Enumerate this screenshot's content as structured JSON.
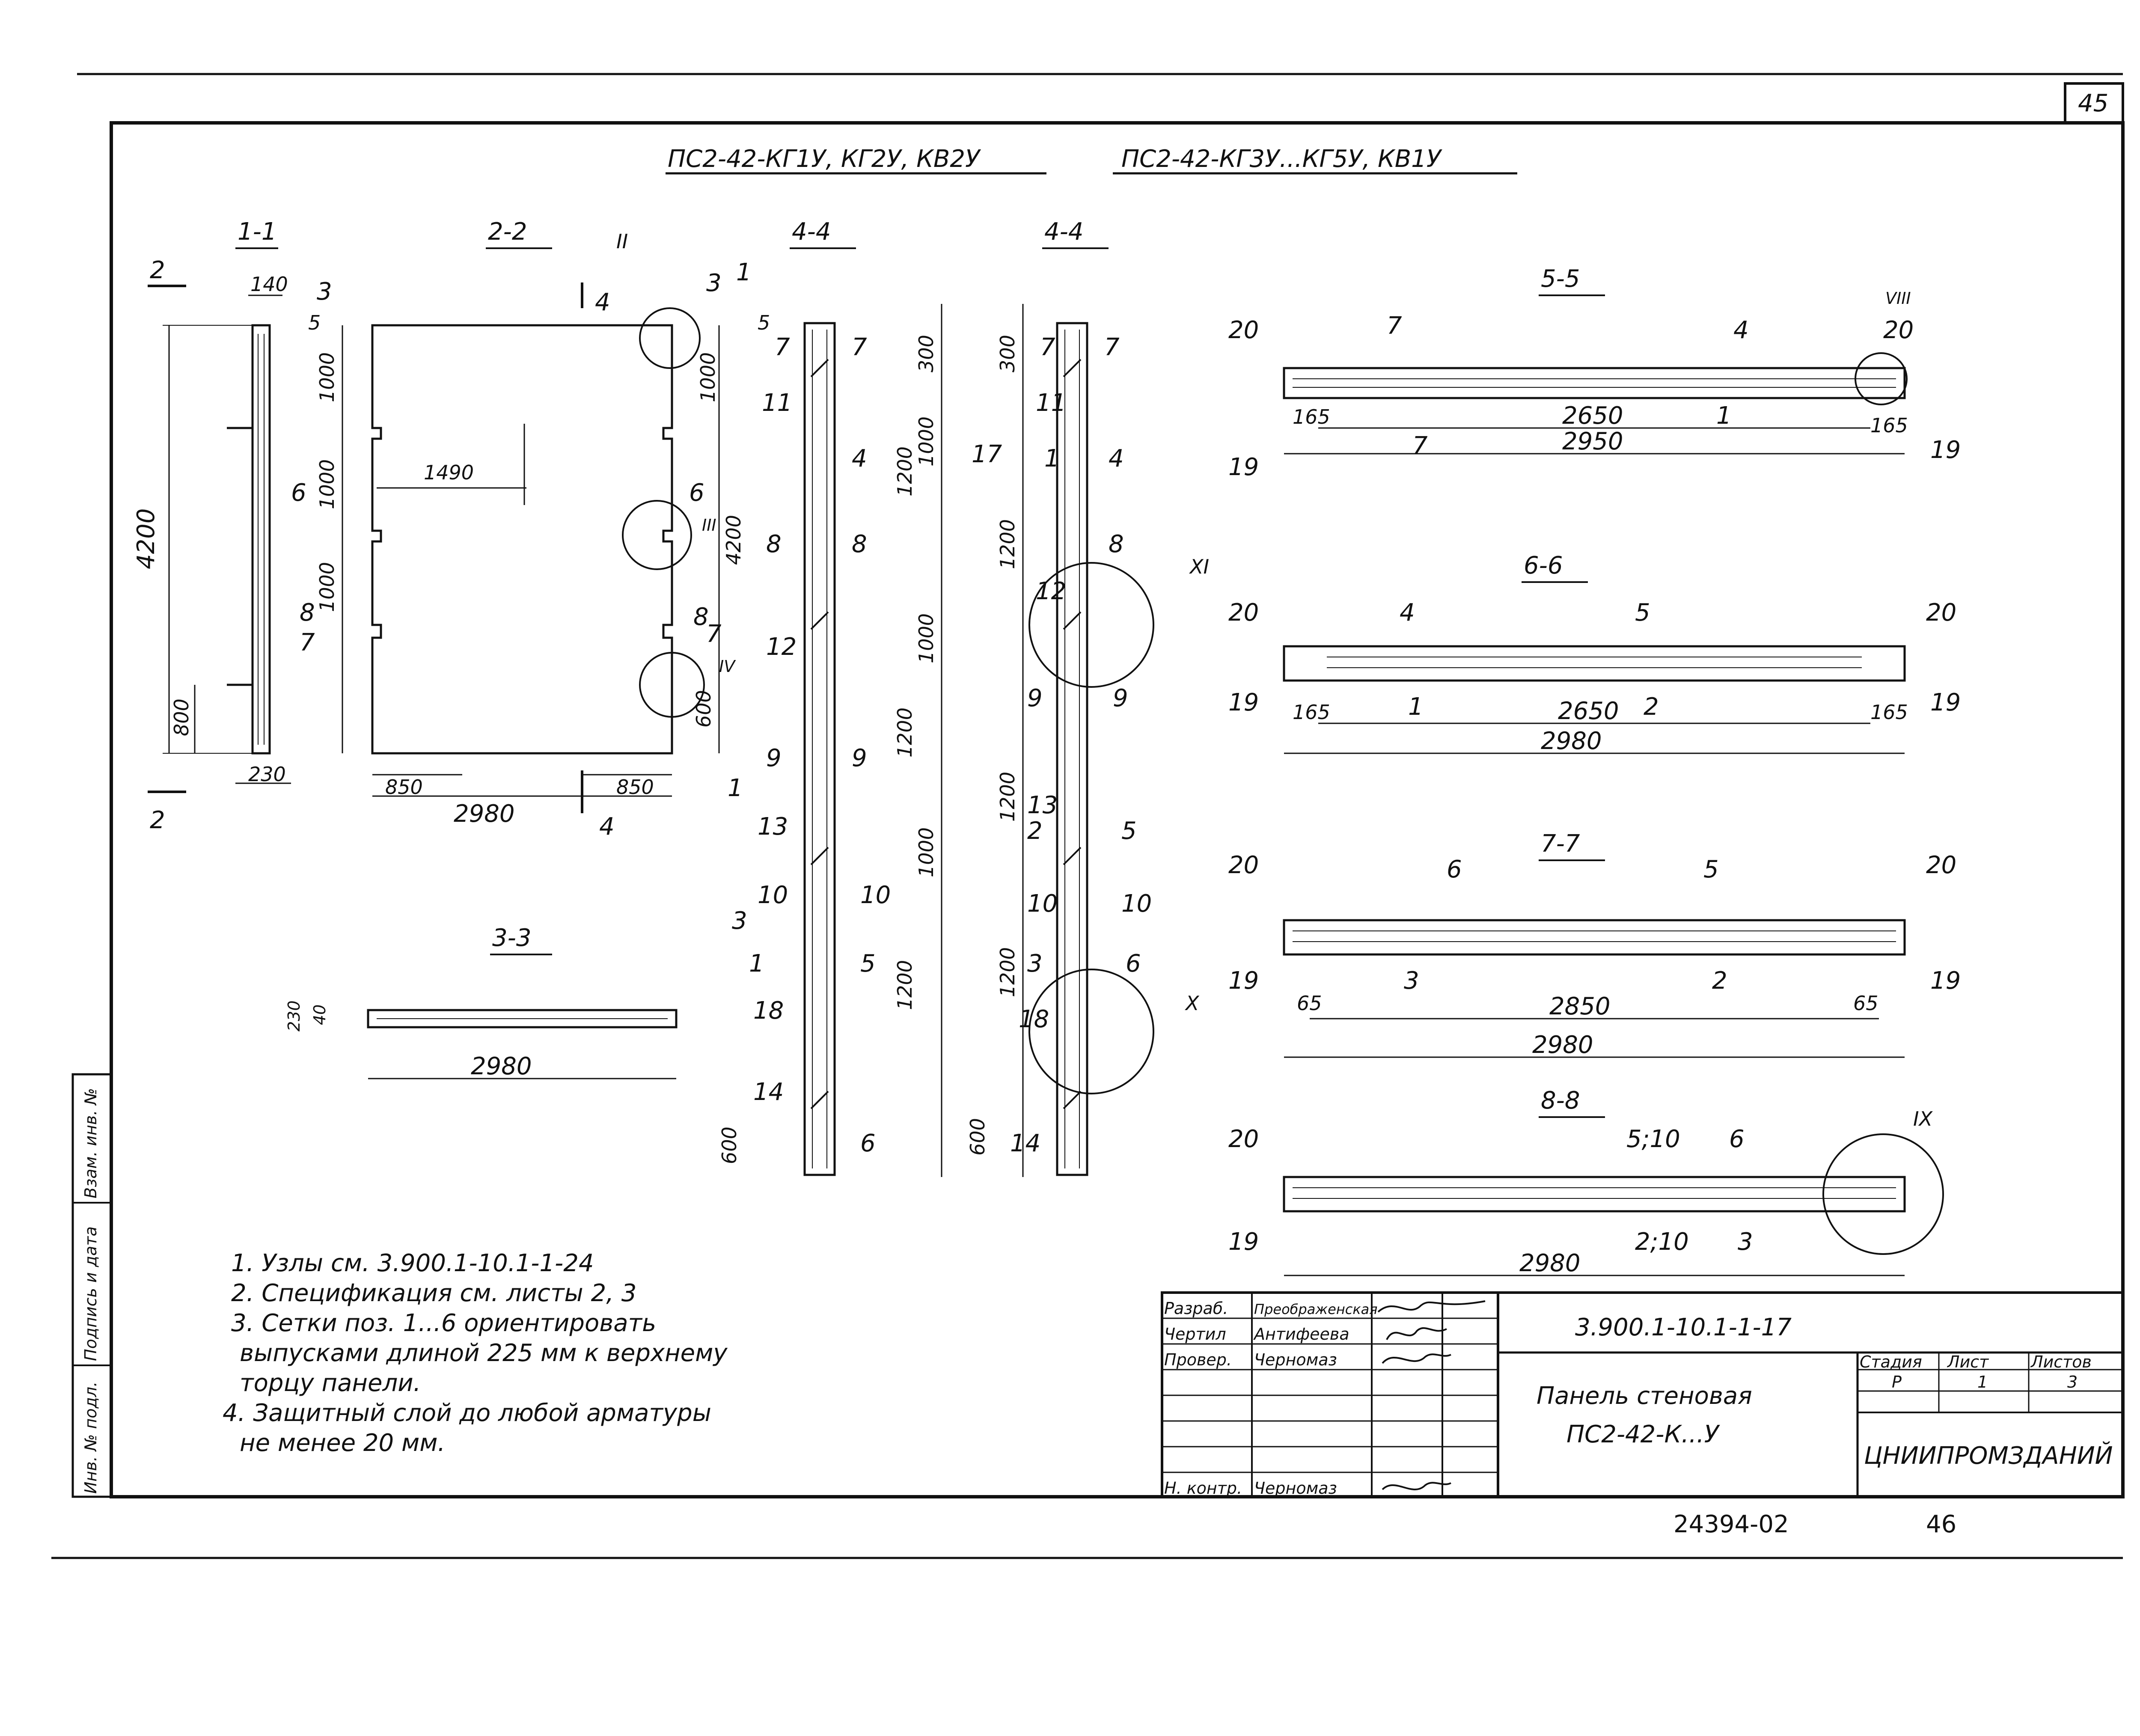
{
  "sheet": {
    "page_number": "45",
    "header_left": "ПС2-42-КГ1У, КГ2У, КВ2У",
    "header_right": "ПС2-42-КГ3У...КГ5У, КВ1У"
  },
  "sections": {
    "s1": "1-1",
    "s2": "2-2",
    "s3": "3-3",
    "s4a": "4-4",
    "s4b": "4-4",
    "s5": "5-5",
    "s6": "6-6",
    "s7": "7-7",
    "s8": "8-8"
  },
  "dims": {
    "d140": "140",
    "d4200": "4200",
    "d800": "800",
    "d230": "230",
    "d1000": "1000",
    "d1490": "1490",
    "d850": "850",
    "d2980": "2980",
    "d600": "600",
    "d300": "300",
    "d1200": "1200",
    "d165": "165",
    "d2650": "2650",
    "d2950": "2950",
    "d2850": "2850",
    "d65": "65",
    "d20": "20",
    "d40": "40"
  },
  "callouts": {
    "c2": "2",
    "c3": "3",
    "c4": "4",
    "c5": "5",
    "c6": "6",
    "c7": "7",
    "c8": "8",
    "c1": "1",
    "c9": "9",
    "c10": "10",
    "c11": "11",
    "c12": "12",
    "c13": "13",
    "c14": "14",
    "c17": "17",
    "c18": "18",
    "c19": "19",
    "c20": "20",
    "c5_10": "5;10",
    "c2_10": "2;10",
    "rII": "II",
    "rIII": "III",
    "rIV": "IV",
    "rVIII": "VIII",
    "rXI": "XI",
    "rX": "X",
    "rIX": "IX"
  },
  "notes": [
    "1. Узлы см. 3.900.1-10.1-1-24",
    "2. Спецификация см. листы 2, 3",
    "3. Сетки поз. 1...6 ориентировать",
    "выпусками длиной 225 мм к верхнему",
    "торцу панели.",
    "4. Защитный слой до любой арматуры",
    "не менее 20 мм."
  ],
  "side_stamp": [
    "Инв. № подл.",
    "Подпись и дата",
    "Взам. инв. №"
  ],
  "title_block": {
    "roles": [
      "Разраб.",
      "Чертил",
      "Провер.",
      "Н. контр."
    ],
    "names": [
      "Преображенская",
      "Антифеева",
      "Черномаз",
      "Черномаз"
    ],
    "doc_code": "3.900.1-10.1-1-17",
    "title_line1": "Панель стеновая",
    "title_line2": "ПС2-42-К...У",
    "stage_label": "Стадия",
    "sheet_label": "Лист",
    "sheets_label": "Листов",
    "stage": "Р",
    "sheet": "1",
    "sheets": "3",
    "org": "ЦНИИПРОМЗДАНИЙ"
  },
  "footer": {
    "archive_no": "24394-02",
    "page": "46"
  }
}
